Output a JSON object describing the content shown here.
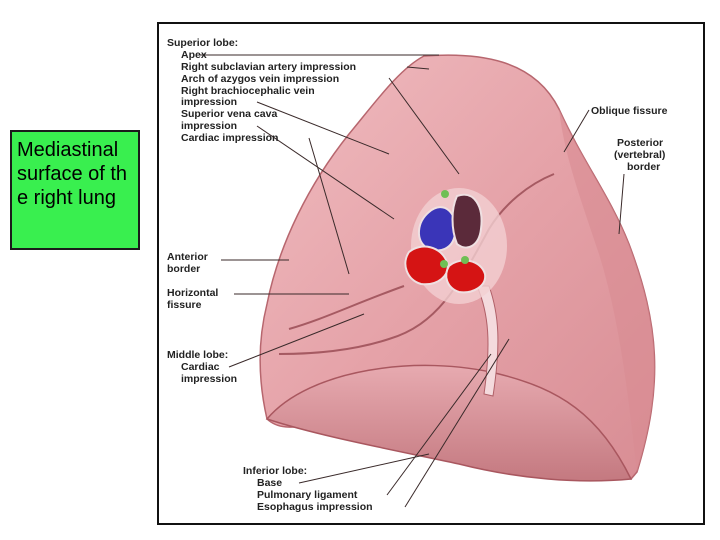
{
  "caption": "Mediastinal surface of the right lung",
  "labels": {
    "superior_lobe": "Superior lobe:",
    "apex": "Apex",
    "right_subclavian": "Right subclavian artery impression",
    "azygos_arch": "Arch of azygos vein impression",
    "brachiocephalic_1": "Right brachiocephalic vein",
    "brachiocephalic_2": "impression",
    "svc_1": "Superior vena cava",
    "svc_2": "impression",
    "cardiac_impression": "Cardiac impression",
    "anterior_1": "Anterior",
    "anterior_2": "border",
    "horizontal_1": "Horizontal",
    "horizontal_2": "fissure",
    "middle_lobe": "Middle lobe:",
    "middle_cardiac_1": "Cardiac",
    "middle_cardiac_2": "impression",
    "oblique_fissure": "Oblique fissure",
    "posterior_1": "Posterior",
    "posterior_2": "(vertebral)",
    "posterior_3": "border",
    "inferior_lobe": "Inferior lobe:",
    "base": "Base",
    "pulmonary_ligament": "Pulmonary ligament",
    "esophagus_impression": "Esophagus impression"
  },
  "colors": {
    "caption_bg": "#39ef4f",
    "lung": "#e5a2a8",
    "lung_dark": "#c9787f",
    "vein": "#3a35b8",
    "artery": "#d51414"
  }
}
